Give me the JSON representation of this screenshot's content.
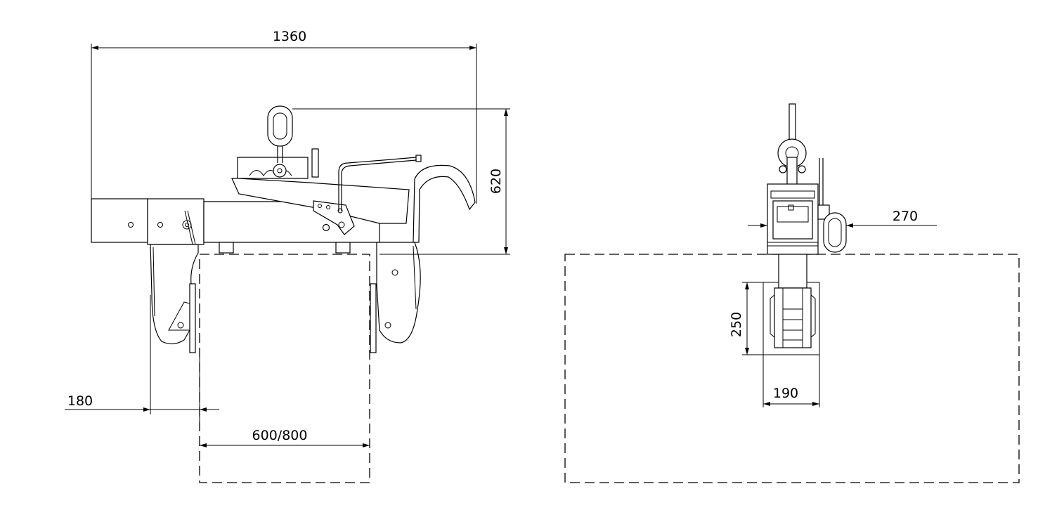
{
  "dimensions": {
    "overall_length": "1360",
    "height": "620",
    "side_offset": "180",
    "load_width": "600/800",
    "end_width": "270",
    "clamp_height": "250",
    "clamp_width": "190"
  },
  "colors": {
    "line": "#000000",
    "background": "#ffffff"
  }
}
